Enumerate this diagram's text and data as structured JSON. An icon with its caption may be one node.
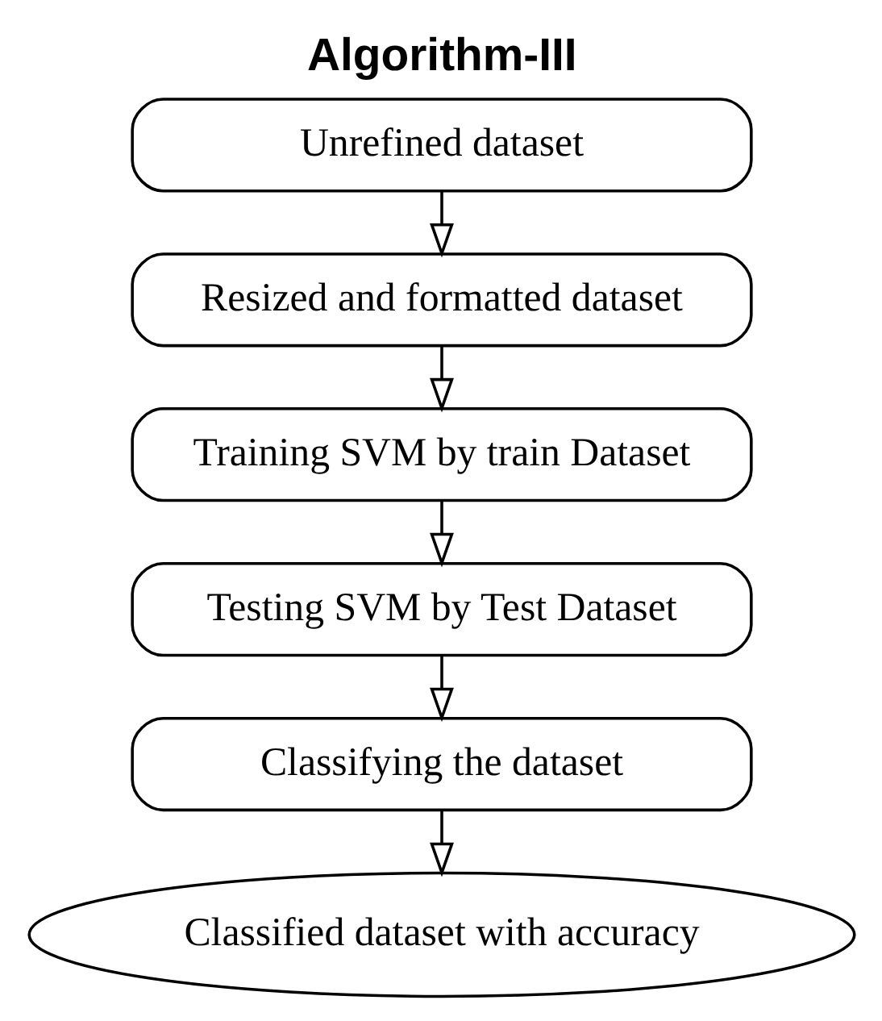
{
  "diagram": {
    "title": "Algorithm-III",
    "nodes": [
      {
        "text": [
          "Unrefined dataset"
        ]
      },
      {
        "text": [
          "Resized and formatted dataset"
        ]
      },
      {
        "text": [
          "Training SVM by train Dataset"
        ]
      },
      {
        "text": [
          "Testing SVM by Test Dataset"
        ]
      },
      {
        "text": [
          "Classifying the dataset"
        ]
      },
      {
        "text": [
          "Classified dataset with accuracy"
        ]
      }
    ],
    "edges": [
      {
        "from": 0,
        "to": 1,
        "arrow": "to"
      },
      {
        "from": 1,
        "to": 2,
        "arrow": "to"
      },
      {
        "from": 2,
        "to": 3,
        "arrow": "to"
      },
      {
        "from": 3,
        "to": 4,
        "arrow": "to"
      },
      {
        "from": 4,
        "to": 5,
        "arrow": "to"
      }
    ]
  }
}
